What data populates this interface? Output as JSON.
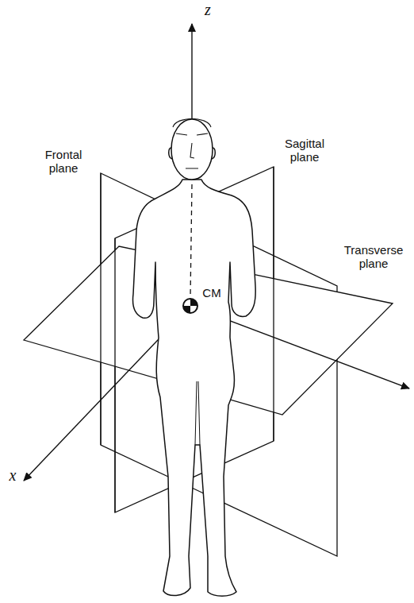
{
  "diagram": {
    "labels": [
      "z",
      "Frontal plane",
      "Sagittal plane",
      "Transverse plane",
      "CM",
      "x"
    ]
  }
}
